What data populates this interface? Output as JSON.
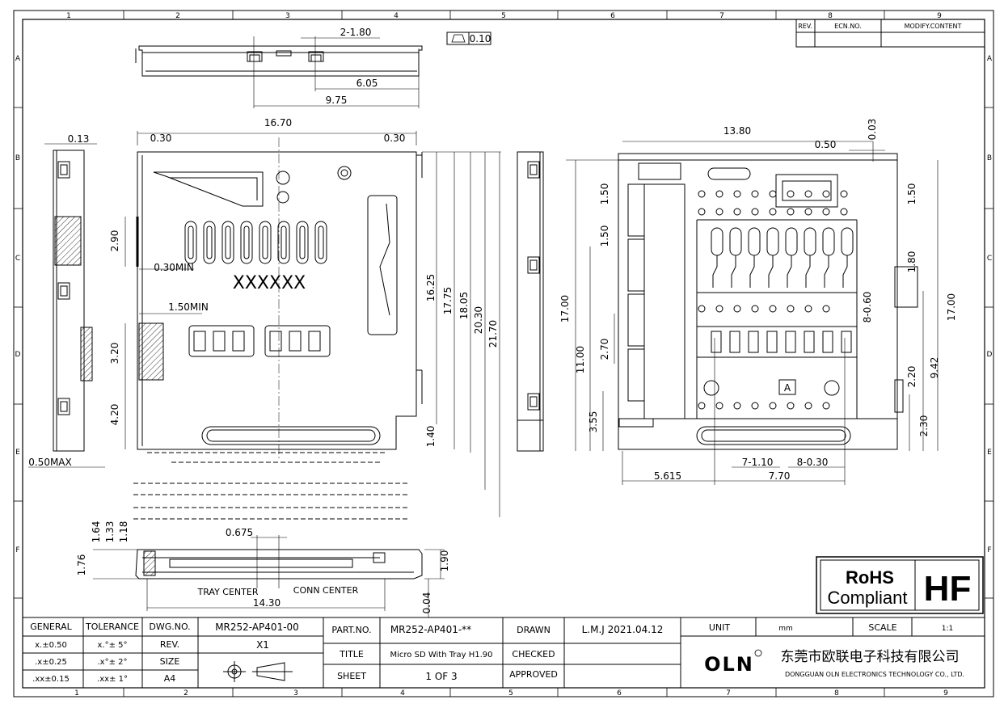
{
  "zone_columns": [
    "1",
    "2",
    "3",
    "4",
    "5",
    "6",
    "7",
    "8",
    "9"
  ],
  "zone_rows": [
    "A",
    "B",
    "C",
    "D",
    "E",
    "F"
  ],
  "revision_table": {
    "rev": "REV.",
    "ecn": "ECN.NO.",
    "content": "MODIFY.CONTENT"
  },
  "dims": {
    "top_pitch": "2-1.80",
    "flatness": "0.10",
    "top_6_05": "6.05",
    "top_9_75": "9.75",
    "front_16_70": "16.70",
    "front_0_30_l": "0.30",
    "front_0_30_r": "0.30",
    "side_0_13": "0.13",
    "h_2_90": "2.90",
    "min_0_30": "0.30MIN",
    "min_1_50": "1.50MIN",
    "h_3_20": "3.20",
    "h_4_20": "4.20",
    "max_0_50": "0.50MAX",
    "v_1_40": "1.40",
    "v_16_25": "16.25",
    "v_17_75": "17.75",
    "v_18_05": "18.05",
    "v_20_30": "20.30",
    "v_21_70": "21.70",
    "part_mark": "XXXXXX",
    "b_13_80": "13.80",
    "b_0_03": "0.03",
    "b_0_50": "0.50",
    "b_1_50_a": "1.50",
    "b_1_50_b": "1.50",
    "b_17_00_l": "17.00",
    "b_11_00": "11.00",
    "b_2_70": "2.70",
    "b_3_55": "3.55",
    "b_1_50_r": "1.50",
    "b_1_80": "1.80",
    "b_8_060": "8-0.60",
    "b_17_00_r": "17.00",
    "b_2_20": "2.20",
    "b_9_42": "9.42",
    "b_2_30": "2.30",
    "pin_a": "A",
    "b_7_110": "7-1.10",
    "b_8_030": "8-0.30",
    "b_5_615": "5.615",
    "b_7_70": "7.70",
    "s_1_64": "1.64",
    "s_1_33": "1.33",
    "s_1_18": "1.18",
    "s_0_675": "0.675",
    "s_1_76": "1.76",
    "s_1_90": "1.90",
    "tray_center": "TRAY CENTER",
    "conn_center": "CONN CENTER",
    "s_14_30": "14.30",
    "s_0_04": "0.04"
  },
  "rohs": {
    "line1": "RoHS",
    "line2": "Compliant",
    "hf": "HF"
  },
  "title_block": {
    "general": "GENERAL",
    "tolerance": "TOLERANCE",
    "tol_1": "x.±0.50",
    "tol_2": ".x±0.25",
    "tol_3": ".xx±0.15",
    "ang_1": "x.°± 5°",
    "ang_2": ".x°± 2°",
    "ang_3": ".xx± 1°",
    "dwg_no_label": "DWG.NO.",
    "dwg_no": "MR252-AP401-00",
    "rev_label": "REV.",
    "rev": "X1",
    "size_label": "SIZE",
    "size": "A4",
    "part_no_label": "PART.NO.",
    "part_no": "MR252-AP401-**",
    "title_label": "TITLE",
    "title": "Micro SD With Tray H1.90",
    "sheet_label": "SHEET",
    "sheet": "1  OF  3",
    "drawn_label": "DRAWN",
    "drawn": "L.M.J  2021.04.12",
    "checked_label": "CHECKED",
    "approved_label": "APPROVED",
    "unit_label": "UNIT",
    "unit": "mm",
    "scale_label": "SCALE",
    "scale": "1:1",
    "company_logo": "OLN",
    "company_cn": "东莞市欧联电子科技有限公司",
    "company_en": "DONGGUAN OLN ELECTRONICS TECHNOLOGY CO., LTD."
  }
}
